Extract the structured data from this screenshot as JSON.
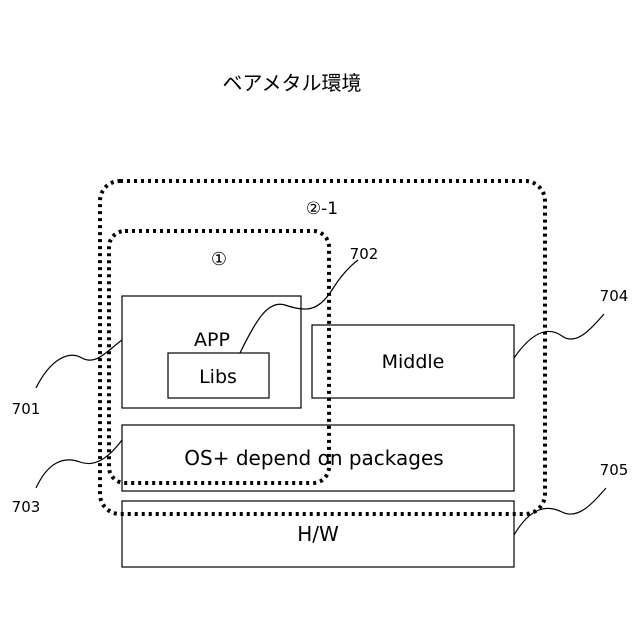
{
  "title": "ベアメタル環境",
  "groups": {
    "outer_label": "②-1",
    "inner_label": "①"
  },
  "blocks": {
    "app": "APP",
    "libs": "Libs",
    "middle": "Middle",
    "os": "OS+ depend on packages",
    "hw": "H/W"
  },
  "refs": {
    "r701": "701",
    "r702": "702",
    "r703": "703",
    "r704": "704",
    "r705": "705"
  }
}
